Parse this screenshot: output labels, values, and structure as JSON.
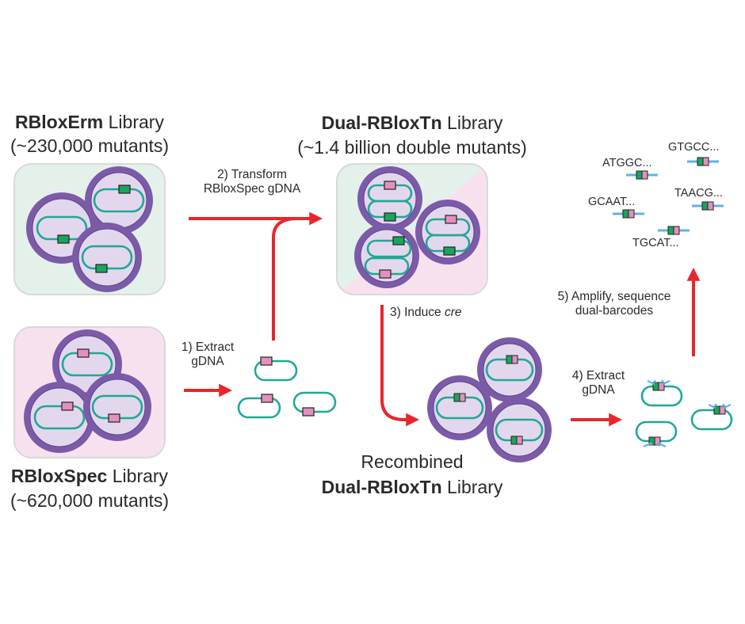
{
  "libraries": {
    "erm": {
      "name": "RBloxErm",
      "suffix": " Library",
      "count": "(~230,000 mutants)"
    },
    "spec": {
      "name": "RBloxSpec",
      "suffix": " Library",
      "count": "(~620,000 mutants)"
    },
    "dual": {
      "name": "Dual-RBloxTn",
      "suffix": " Library",
      "count": "(~1.4 billion double mutants)"
    },
    "recombined": {
      "line1": "Recombined",
      "name": "Dual-RBloxTn",
      "suffix": " Library"
    }
  },
  "steps": {
    "step1": [
      "1) Extract",
      "gDNA"
    ],
    "step2": [
      "2) Transform",
      "RBloxSpec gDNA"
    ],
    "step3_prefix": "3) Induce ",
    "step3_italic": "cre",
    "step4": [
      "4) Extract",
      "gDNA"
    ],
    "step5": [
      "5) Amplify, sequence",
      "dual-barcodes"
    ]
  },
  "barcodes": [
    "ATGGC...",
    "GTGCC...",
    "GCAAT...",
    "TAACG...",
    "TGCAT..."
  ],
  "colors": {
    "arrow": "#e8262c",
    "cell_outer": "#7b5ba8",
    "cell_inner": "#e3d7ee",
    "plasmid": "#1fa896",
    "erm_marker": "#1aa55a",
    "spec_marker": "#e58fbf",
    "primer": "#5fb3e3",
    "erm_bg": "#e3f1ea",
    "spec_bg": "#f8e1ee"
  }
}
